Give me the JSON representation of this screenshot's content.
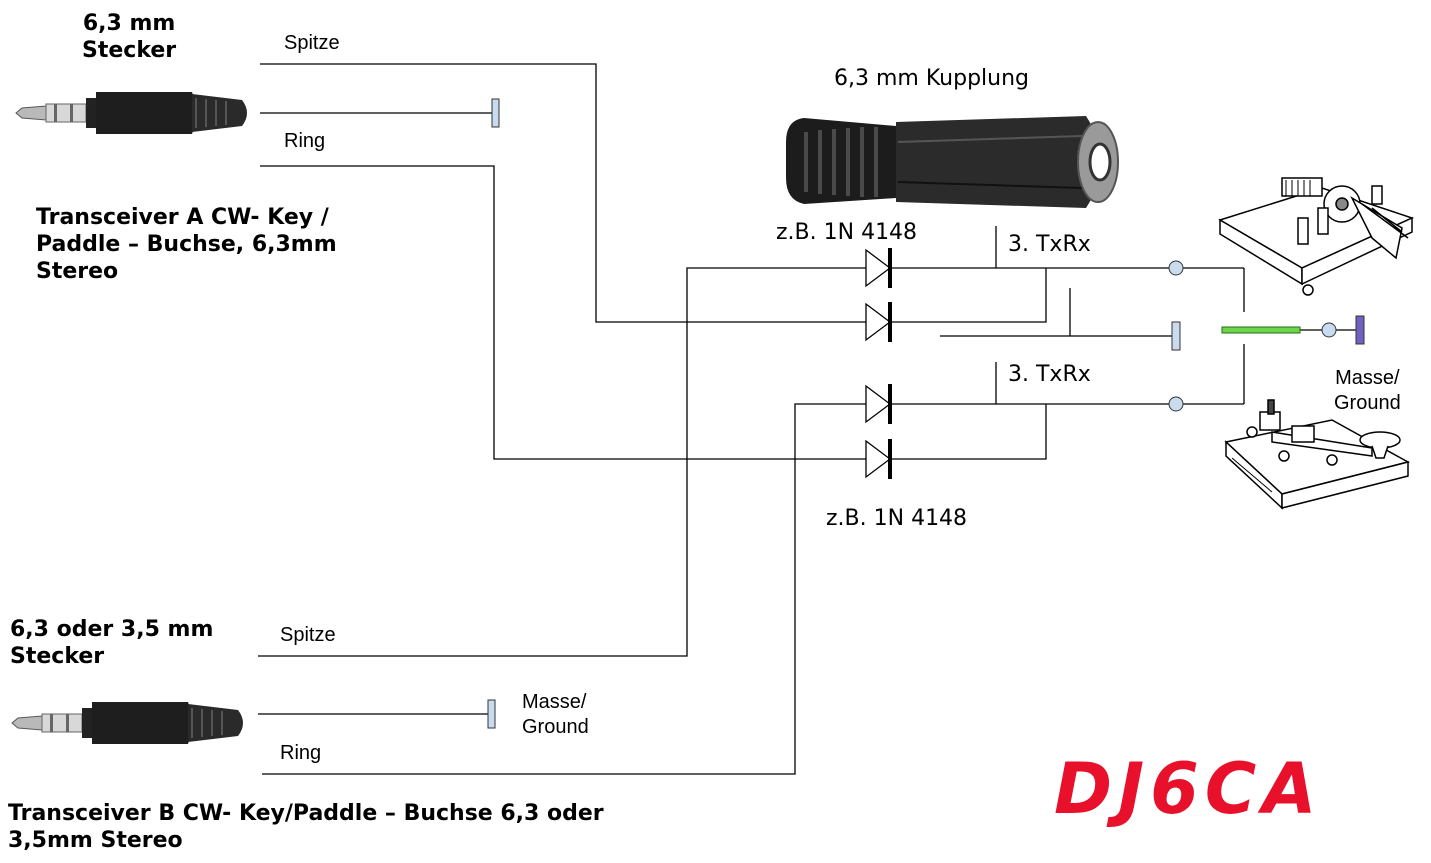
{
  "plug_a": {
    "title_line1": "6,3 mm",
    "title_line2": "Stecker",
    "wire_tip": "Spitze",
    "wire_ring": "Ring",
    "caption_line1": "Transceiver A  CW- Key /",
    "caption_line2": "Paddle – Buchse,  6,3mm",
    "caption_line3": "Stereo"
  },
  "plug_b": {
    "title_line1": "6,3 oder 3,5 mm",
    "title_line2": "Stecker",
    "wire_tip": "Spitze",
    "wire_ring": "Ring",
    "ground_line1": "Masse/",
    "ground_line2": "Ground",
    "caption_line1": "Transceiver B  CW- Key/Paddle – Buchse  6,3 oder",
    "caption_line2": "3,5mm Stereo"
  },
  "coupling": {
    "title": "6,3 mm Kupplung"
  },
  "diodes": {
    "top_label": "z.B. 1N 4148",
    "bottom_label": "z.B. 1N 4148"
  },
  "keys": {
    "txrx_top": "3. TxRx",
    "txrx_bottom": "3. TxRx",
    "ground_line1": "Masse/",
    "ground_line2": "Ground"
  },
  "callsign": {
    "text": "DJ6CA",
    "color": "#e8102a"
  },
  "icons": {
    "plug_a": "stereo-plug-icon",
    "plug_b": "stereo-plug-icon",
    "coupling": "stereo-coupling-icon",
    "paddle": "paddle-key-icon",
    "straight_key": "straight-key-icon",
    "diode": "diode-symbol"
  }
}
